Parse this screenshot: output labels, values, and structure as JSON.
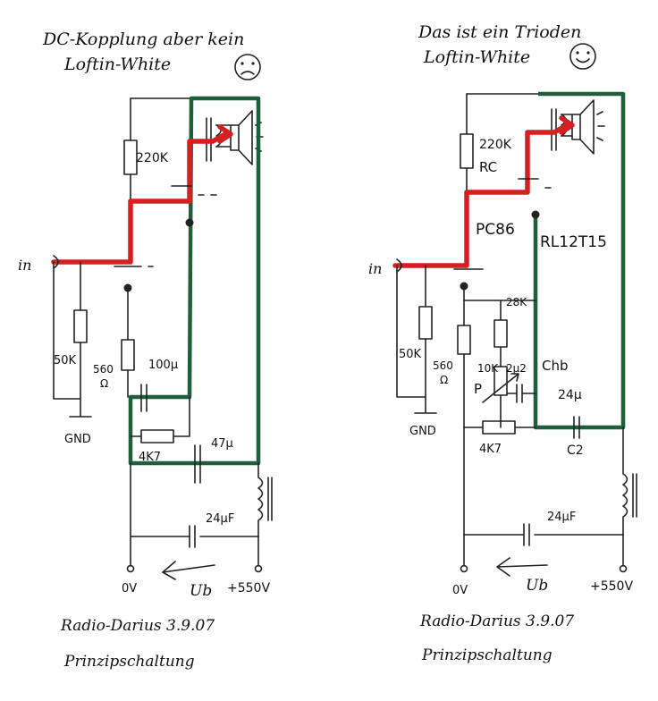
{
  "left": {
    "title_line1": "DC-Kopplung aber kein",
    "title_line2": "Loftin-White",
    "mood_icon": "sad-face-icon",
    "labels": {
      "input": "in",
      "r_grid": "50K",
      "r_cathode": "560",
      "r_cathode_unit": "Ω",
      "r_plate": "220K",
      "c_cathode": "100µ",
      "r_feedback": "4K7",
      "c_feedback": "47µ",
      "c_supply": "24µF",
      "gnd": "GND",
      "ov": "0V",
      "ub": "Ub",
      "vplus": "+550V"
    },
    "footer_line1": "Radio-Darius 3.9.07",
    "footer_line2": "Prinzipschaltung"
  },
  "right": {
    "title_line1": "Das ist ein Trioden",
    "title_line2": "Loftin-White",
    "mood_icon": "happy-face-icon",
    "labels": {
      "input": "in",
      "r_grid": "50K",
      "r_cathode": "560",
      "r_cathode_unit": "Ω",
      "r_plate": "220K",
      "rc": "RC",
      "tube1": "PC86",
      "tube2": "RL12T15",
      "r_28k": "28K",
      "r_10k": "10K",
      "pot": "P",
      "c_2p2": "2µ2",
      "chb": "Chb",
      "c_24u": "24µ",
      "r_feedback": "4K7",
      "c2": "C2",
      "c_supply": "24µF",
      "gnd": "GND",
      "ov": "0V",
      "ub": "Ub",
      "vplus": "+550V"
    },
    "footer_line1": "Radio-Darius 3.9.07",
    "footer_line2": "Prinzipschaltung"
  },
  "colors": {
    "signal_path": "#d42020",
    "power_loop": "#1f5e3a",
    "ink": "#222222"
  }
}
